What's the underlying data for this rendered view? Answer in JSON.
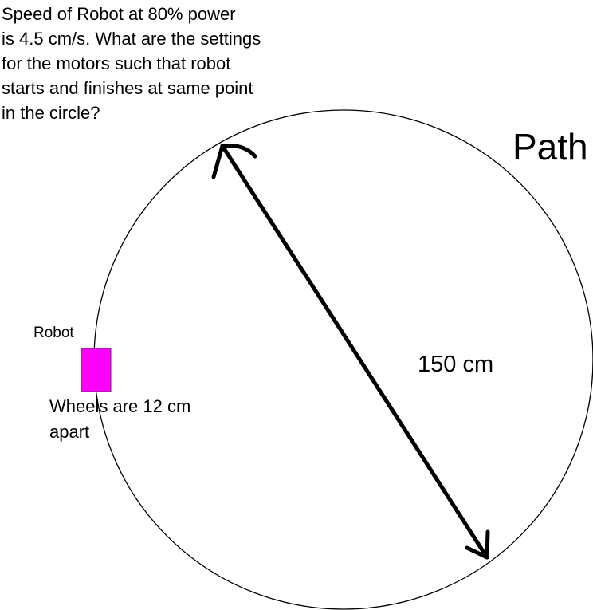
{
  "question": {
    "lines": [
      "Speed of Robot at 80% power",
      "is 4.5 cm/s.  What are the settings",
      "for the motors such that robot",
      "starts and finishes at same point",
      "in the circle?"
    ]
  },
  "path_label": "Path",
  "diameter_label": "150 cm",
  "robot": {
    "label": "Robot",
    "color": "#ff00ff",
    "note_lines": [
      "Wheels are 12 cm",
      "apart"
    ]
  },
  "colors": {
    "stroke": "#000000",
    "background": "#ffffff"
  }
}
